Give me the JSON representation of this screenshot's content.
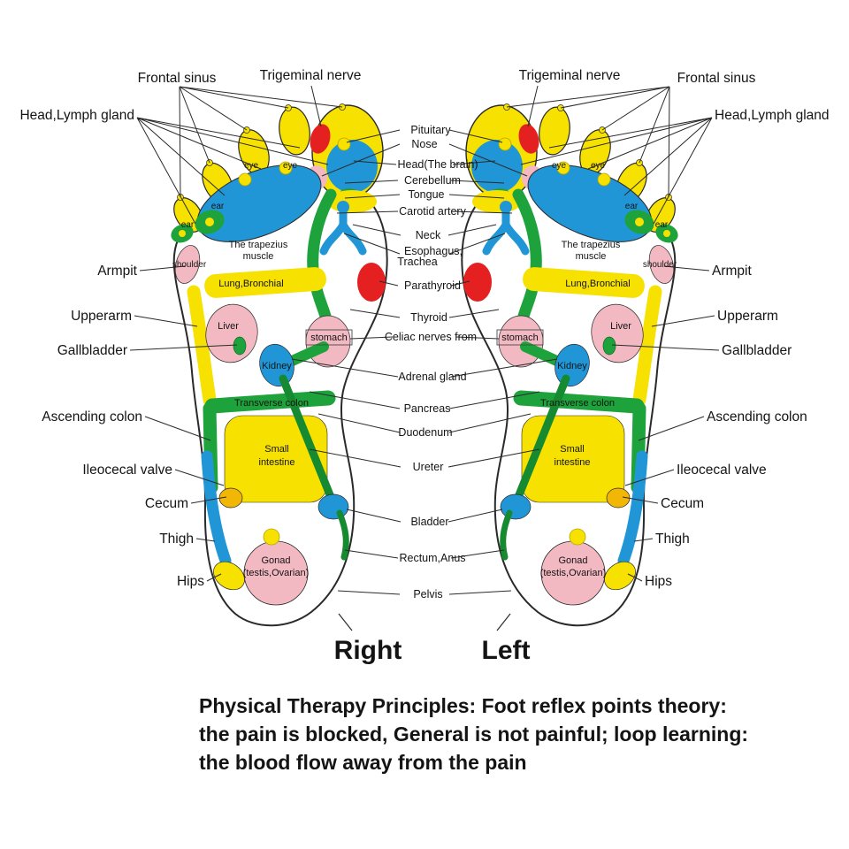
{
  "outer_labels_left": {
    "frontal_sinus": "Frontal sinus",
    "trigeminal_nerve": "Trigeminal nerve",
    "head_lymph_gland": "Head,Lymph gland",
    "armpit": "Armpit",
    "upperarm": "Upperarm",
    "gallbladder": "Gallbladder",
    "ascending_colon": "Ascending colon",
    "ileocecal_valve": "Ileocecal valve",
    "cecum": "Cecum",
    "thigh": "Thigh",
    "hips": "Hips"
  },
  "outer_labels_right": {
    "frontal_sinus": "Frontal sinus",
    "trigeminal_nerve": "Trigeminal nerve",
    "head_lymph_gland": "Head,Lymph gland",
    "armpit": "Armpit",
    "upperarm": "Upperarm",
    "gallbladder": "Gallbladder",
    "ascending_colon": "Ascending colon",
    "ileocecal_valve": "Ileocecal valve",
    "cecum": "Cecum",
    "thigh": "Thigh",
    "hips": "Hips"
  },
  "center_labels": {
    "pituitary": "Pituitary",
    "nose": "Nose",
    "head_brain": "Head(The brain)",
    "cerebellum": "Cerebellum",
    "tongue": "Tongue",
    "carotid_artery": "Carotid artery",
    "neck": "Neck",
    "esophagus": "Esophagus,",
    "trachea": "Trachea",
    "parathyroid": "Parathyroid",
    "thyroid": "Thyroid",
    "celiac_nerves": "Celiac nerves from",
    "adrenal_gland": "Adrenal gland",
    "pancreas": "Pancreas",
    "duodenum": "Duodenum",
    "ureter": "Ureter",
    "bladder": "Bladder",
    "rectum_anus": "Rectum,Anus",
    "pelvis": "Pelvis"
  },
  "foot_labels": {
    "eye": "eye",
    "ear": "ear",
    "trapezius_line1": "The trapezius",
    "trapezius_line2": "muscle",
    "shoulder": "shoulder",
    "lung_bronchial": "Lung,Bronchial",
    "liver": "Liver",
    "stomach": "stomach",
    "kidney": "Kidney",
    "transverse_colon": "Transverse colon",
    "small_intestine_line1": "Small",
    "small_intestine_line2": "intestine",
    "gonad_line1": "Gonad",
    "gonad_line2": "(testis,Ovarian)"
  },
  "footer": {
    "right_foot_caption": "Right",
    "left_foot_caption": "Left",
    "caption_lines": [
      "Physical Therapy Principles: Foot reflex points theory:",
      "the pain is blocked, General is not painful; loop learning:",
      "the blood flow away from the pain"
    ]
  },
  "colors": {
    "yellow": "#f7e100",
    "blue": "#2196d6",
    "green": "#1ea33c",
    "dark_green": "#168a30",
    "pink": "#f3b9c3",
    "red": "#e52020",
    "orange": "#f2b705",
    "outline": "#2a2a2a"
  }
}
